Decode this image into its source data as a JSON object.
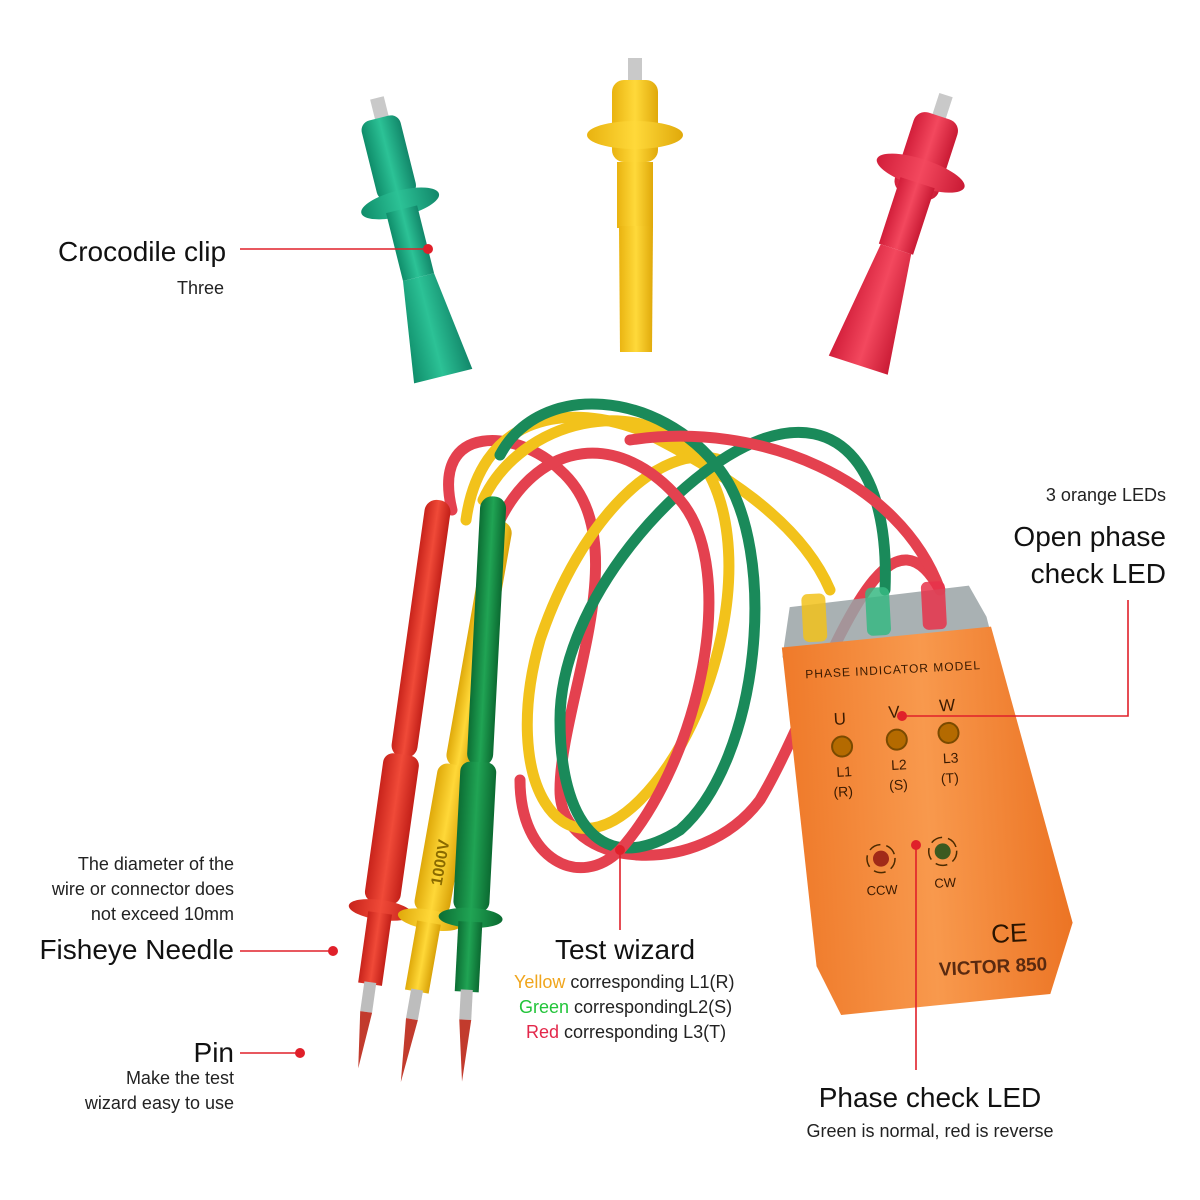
{
  "labels": {
    "crocodile_clip": {
      "title": "Crocodile clip",
      "sub": "Three"
    },
    "open_phase": {
      "top": "3 orange LEDs",
      "title_line1": "Open phase",
      "title_line2": "check LED"
    },
    "diameter_note": {
      "line1": "The diameter of the",
      "line2": "wire or connector does",
      "line3": "not exceed 10mm"
    },
    "fisheye": {
      "title": "Fisheye Needle"
    },
    "test_wizard": {
      "title": "Test wizard",
      "yellow_word": "Yellow",
      "yellow_rest": " corresponding L1(R)",
      "green_word": "Green",
      "green_rest": " correspondingL2(S)",
      "red_word": "Red",
      "red_rest": " corresponding L3(T)"
    },
    "pin": {
      "title": "Pin",
      "sub1": "Make the test",
      "sub2": "wizard easy to use"
    },
    "phase_check": {
      "title": "Phase check LED",
      "sub": "Green is normal, red is reverse"
    }
  },
  "device": {
    "model": "PHASE INDICATOR MODEL",
    "u": "U",
    "v": "V",
    "w": "W",
    "l1": "L1",
    "l2": "L2",
    "l3": "L3",
    "r": "(R)",
    "s": "(S)",
    "t": "(T)",
    "ccw": "CCW",
    "cw": "CW",
    "ce": "CE",
    "brand": "VICTOR 850"
  },
  "probe_rating": "1000V",
  "colors": {
    "green": "#1aa07a",
    "yellow": "#f5c518",
    "red": "#e8324a",
    "lead_green": "#1a8a5a",
    "lead_red": "#e4414f",
    "lead_yellow": "#f2c21b",
    "device_orange": "#f58a3c",
    "callout": "#e0202a"
  }
}
